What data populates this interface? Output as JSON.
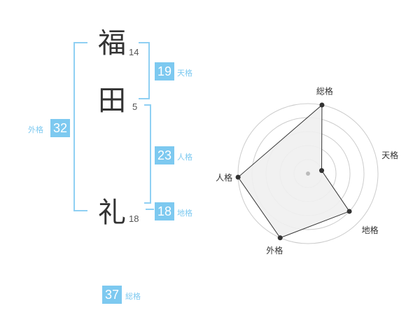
{
  "name": {
    "chars": [
      {
        "char": "福",
        "strokes": "14"
      },
      {
        "char": "田",
        "strokes": "5"
      },
      {
        "char": "礼",
        "strokes": "18"
      }
    ]
  },
  "kakusu": {
    "tenkaku": {
      "label": "天格",
      "value": "19"
    },
    "jinkaku": {
      "label": "人格",
      "value": "23"
    },
    "chikaku": {
      "label": "地格",
      "value": "18"
    },
    "gaikaku": {
      "label": "外格",
      "value": "32"
    },
    "soukaku": {
      "label": "総格",
      "value": "37"
    }
  },
  "colors": {
    "accent": "#7dc9f0",
    "bracket": "#8fd0f3",
    "text": "#333333",
    "radar_fill": "#f0f0f0",
    "radar_grid": "#cccccc"
  },
  "chart_data": {
    "type": "radar",
    "axes": [
      "総格",
      "天格",
      "地格",
      "外格",
      "人格"
    ],
    "values": [
      5,
      1,
      4,
      5,
      5
    ],
    "max": 5,
    "grid_levels": 5
  }
}
